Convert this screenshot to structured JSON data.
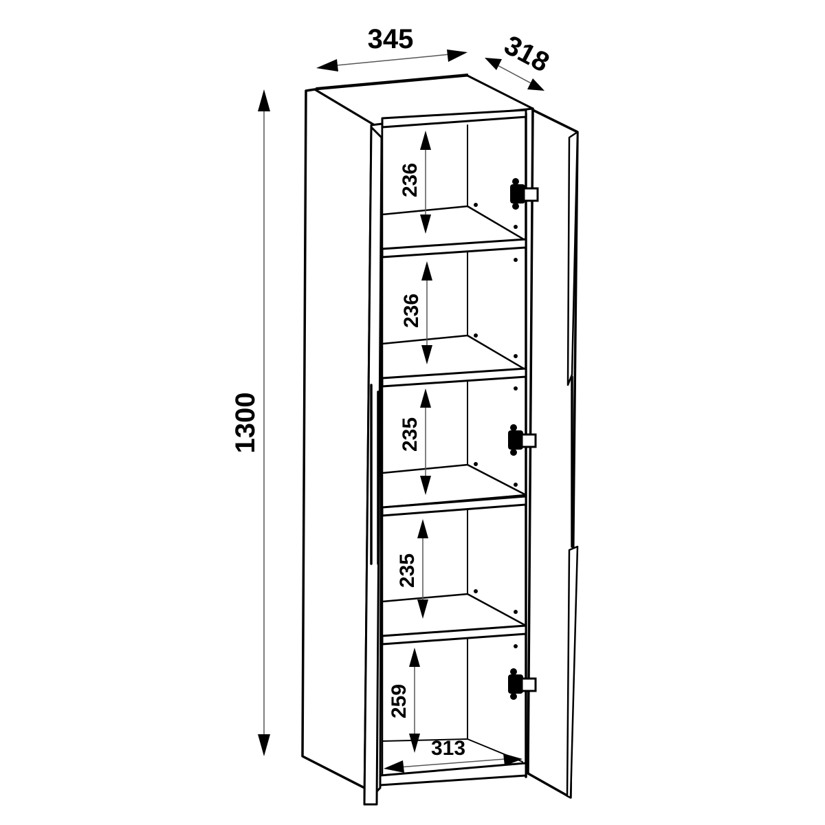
{
  "dimensions": {
    "width": "345",
    "depth": "318",
    "height": "1300",
    "shelf_1": "236",
    "shelf_2": "236",
    "shelf_3": "235",
    "shelf_4": "235",
    "shelf_5": "259",
    "inner_width": "313"
  }
}
